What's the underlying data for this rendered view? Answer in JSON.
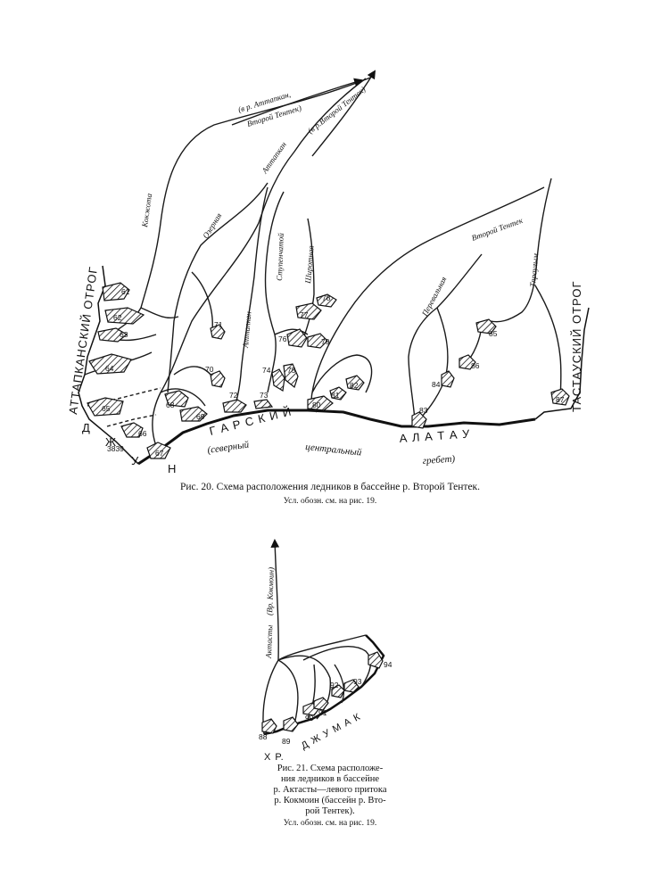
{
  "fig20": {
    "caption": "Рис. 20. Схема расположения ледников в бассейне р. Второй Тентек.",
    "note": "Усл. обозн. см. на рис. 19.",
    "arrow_label_1": "(в р. Аттапкан,",
    "arrow_label_2": "Второй Тентек)",
    "arrow_label_3": "(в р.Второй Тентек)",
    "rivers": {
      "kokzhota": "Кокжота",
      "ozernaya": "Озерная",
      "attapkan_upper": "Аттапкан",
      "stupenchatoy": "Ступенчатой",
      "shirotnaya": "Широтная",
      "attapkan_lower": "Аттапкан",
      "vtoroy_tentek": "Второй Тентек",
      "perevalnaya": "Перевальная",
      "tpraulym": "Тпраулым"
    },
    "ridges": {
      "attapkan_spur": "АТТАПКАНСКИЙ ОТРОГ",
      "tastau_spur": "ТАСТАУСКИЙ ОТРОГ",
      "dzh_letter1": "Д",
      "dzh_letter2": "Ж",
      "dzh_letter3": "У",
      "dzh_letter4": "Н",
      "gar_word": "Г А Р С К И Й",
      "alatau_word": "А Л А Т А У",
      "northern": "(северный",
      "central": "центральный",
      "ridge_word": "гребет)"
    },
    "glaciers": [
      "61",
      "62",
      "63",
      "64",
      "65",
      "66",
      "3839",
      "67",
      "68",
      "69",
      "70",
      "71",
      "72",
      "73",
      "74",
      "75",
      "76",
      "77",
      "78",
      "79",
      "80",
      "81",
      "82",
      "83",
      "84",
      "85",
      "86",
      "87"
    ]
  },
  "fig21": {
    "caption": "Рис. 21. Схема расположения ледников в бассейне р. Актасты—левого притока р. Кокмоин (бассейн р. Второй Тентек).",
    "caption_lines": [
      "Рис. 21. Схема расположе-",
      "ния ледников в бассейне",
      "р. Актасты—левого притока",
      "р. Кокмоин (бассейн р. Вто-",
      "рой Тентек)."
    ],
    "note": "Усл. обозн. см. на рис. 19.",
    "river": "Актасты",
    "arrow_label": "(Вр. Кокмоин)",
    "ridge_x": "Х Р.",
    "ridge_name": "Д Ж У М А К",
    "glaciers": [
      "88",
      "89",
      "90",
      "91",
      "92",
      "93",
      "94"
    ]
  },
  "colors": {
    "ink": "#111111",
    "paper": "#ffffff"
  }
}
